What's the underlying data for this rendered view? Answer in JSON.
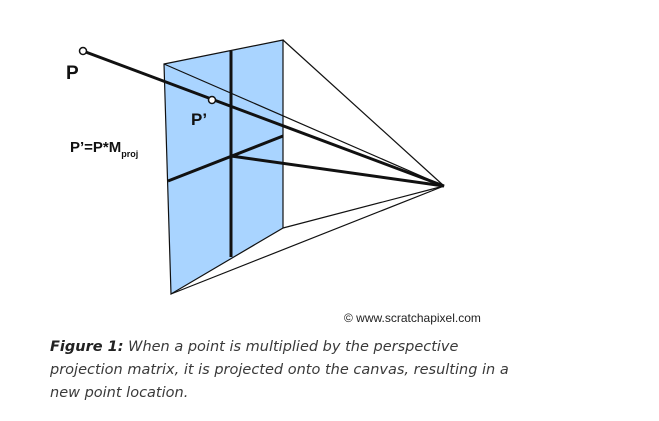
{
  "figure": {
    "point_label": "P",
    "projected_label": "P’",
    "formula_main": "P’=P*M",
    "formula_sub": "proj",
    "canvas_color": "#a9d4ff"
  },
  "credit": "© www.scratchapixel.com",
  "caption": {
    "prefix": "Figure 1:",
    "text": " When a point is multiplied by the perspective projection matrix, it is projected onto the canvas, resulting in a new point location."
  }
}
